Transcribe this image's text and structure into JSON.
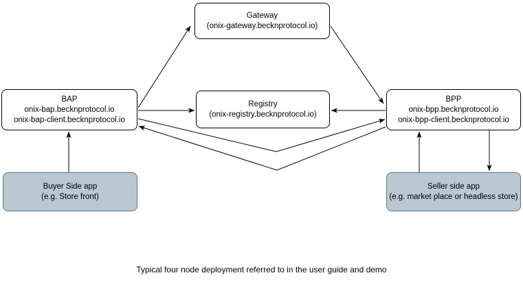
{
  "caption": "Typical four node deployment referred to in the user guide and demo",
  "nodes": {
    "gateway": {
      "lines": [
        "Gateway",
        "(onix-gateway.becknprotocol.io)"
      ]
    },
    "bap": {
      "lines": [
        "BAP",
        "onix-bap.becknprotocol.io",
        "onix-bap-client.becknprotocol.io"
      ]
    },
    "registry": {
      "lines": [
        "Registry",
        "(onix-registry.becknprotocol.io)"
      ]
    },
    "bpp": {
      "lines": [
        "BPP",
        "onix-bpp.becknprotocol.io",
        "onix-bpp-client.becknprotocol.io"
      ]
    },
    "buyer_app": {
      "lines": [
        "Buyer Side app",
        "(e.g. Store front)"
      ]
    },
    "seller_app": {
      "lines": [
        "Seller side app",
        "(e.g. market place or headless store)"
      ]
    }
  },
  "edges": [
    {
      "id": "bap-to-gateway",
      "from": "BAP",
      "to": "Gateway",
      "arrow": "one-way"
    },
    {
      "id": "gateway-to-bpp",
      "from": "Gateway",
      "to": "BPP",
      "arrow": "one-way"
    },
    {
      "id": "bap-to-registry",
      "from": "BAP",
      "to": "Registry",
      "arrow": "one-way"
    },
    {
      "id": "bpp-to-registry",
      "from": "BPP",
      "to": "Registry",
      "arrow": "one-way"
    },
    {
      "id": "bap-to-bpp",
      "from": "BAP",
      "to": "BPP",
      "arrow": "one-way"
    },
    {
      "id": "bpp-to-bap",
      "from": "BPP",
      "to": "BAP",
      "arrow": "one-way"
    },
    {
      "id": "buyer-app-to-bap",
      "from": "Buyer Side app",
      "to": "BAP",
      "arrow": "one-way"
    },
    {
      "id": "seller-app-to-bpp",
      "from": "Seller side app",
      "to": "BPP",
      "arrow": "one-way"
    },
    {
      "id": "bpp-to-seller-app",
      "from": "BPP",
      "to": "Seller side app",
      "arrow": "one-way"
    }
  ],
  "colors": {
    "background": "#ffffff",
    "node_fill": "#ffffff",
    "node_stroke": "#000000",
    "app_fill": "#bac8d2",
    "app_stroke": "#5d7585",
    "arrow": "#000000"
  }
}
